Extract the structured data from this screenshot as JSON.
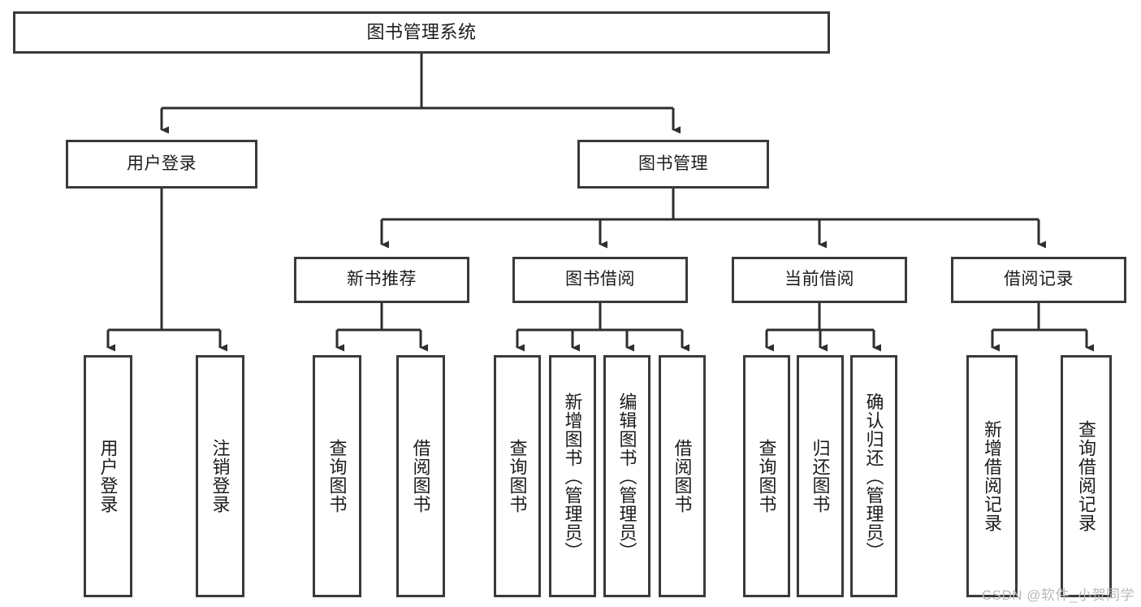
{
  "diagram": {
    "title": "图书管理系统",
    "type": "tree-hierarchy-diagram",
    "watermark": "CSDN @软件_小贺同学",
    "colors": {
      "box_border": "#3a3a3a",
      "box_fill": "#ffffff",
      "connector": "#2e2e2e",
      "text": "#1c1c1c",
      "watermark": "#b9b9b9"
    },
    "root": {
      "label": "图书管理系统"
    },
    "level2": [
      {
        "label": "用户登录"
      },
      {
        "label": "图书管理"
      }
    ],
    "level3": [
      {
        "label": "新书推荐"
      },
      {
        "label": "图书借阅"
      },
      {
        "label": "当前借阅"
      },
      {
        "label": "借阅记录"
      }
    ],
    "leaves": {
      "user_login": [
        {
          "label": "用户登录"
        },
        {
          "label": "注销登录"
        }
      ],
      "new_book_recommend": [
        {
          "label": "查询图书"
        },
        {
          "label": "借阅图书"
        }
      ],
      "book_borrow": [
        {
          "label": "查询图书"
        },
        {
          "label": "新增图书（管理员）"
        },
        {
          "label": "编辑图书（管理员）"
        },
        {
          "label": "借阅图书"
        }
      ],
      "current_borrow": [
        {
          "label": "查询图书"
        },
        {
          "label": "归还图书"
        },
        {
          "label": "确认归还（管理员）"
        }
      ],
      "borrow_record": [
        {
          "label": "新增借阅记录"
        },
        {
          "label": "查询借阅记录"
        }
      ]
    }
  }
}
